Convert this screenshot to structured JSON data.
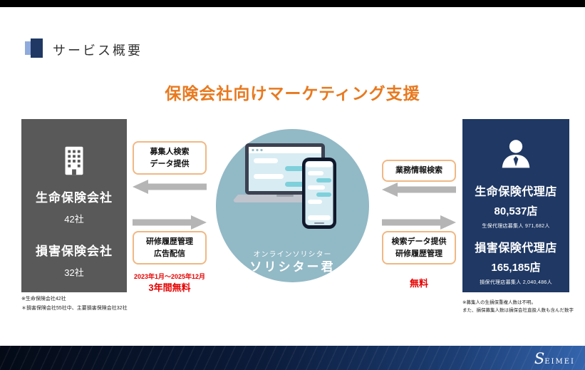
{
  "colors": {
    "accent_orange": "#E8791F",
    "box_gray": "#595959",
    "box_navy": "#1F3864",
    "circle_teal": "#92B9C6",
    "arrow_gray": "#B5B5B5",
    "label_border_orange": "#F0B884",
    "highlight_red": "#E60000",
    "footer_navy": "#0B1B3A"
  },
  "slide": {
    "section_title": "サービス概要",
    "heading": "保険会社向けマーケティング支援"
  },
  "insurers_box": {
    "items": [
      {
        "name": "生命保険会社",
        "count": "42社"
      },
      {
        "name": "損害保険会社",
        "count": "32社"
      }
    ]
  },
  "left_flow": {
    "top_label": "募集人検索\nデータ提供",
    "bottom_label": "研修履歴管理\n広告配信",
    "period": "2023年1月～2025年12月",
    "free": "3年間無料"
  },
  "platform": {
    "subtitle": "オンラインソリシター",
    "name": "ソリシター君"
  },
  "right_flow": {
    "top_label": "業務情報検索",
    "bottom_label": "検索データ提供\n研修履歴管理",
    "free": "無料"
  },
  "agencies_box": {
    "items": [
      {
        "name": "生命保険代理店",
        "count": "80,537店",
        "note": "生保代理店募集人 971,682人"
      },
      {
        "name": "損害保険代理店",
        "count": "165,185店",
        "note": "損保代理店募集人 2,040,486人"
      }
    ]
  },
  "footnotes": {
    "left_line1": "※生命保険会社42社",
    "left_line2": "＊損害保険会社55社中、主要損害保険会社32社",
    "right_line1": "※募集人の生損保重複人数は不明。",
    "right_line2": "また、損保募集人数は損保会社直扱人数も含んだ数字"
  },
  "footer": {
    "logo": "SEIMEI"
  }
}
